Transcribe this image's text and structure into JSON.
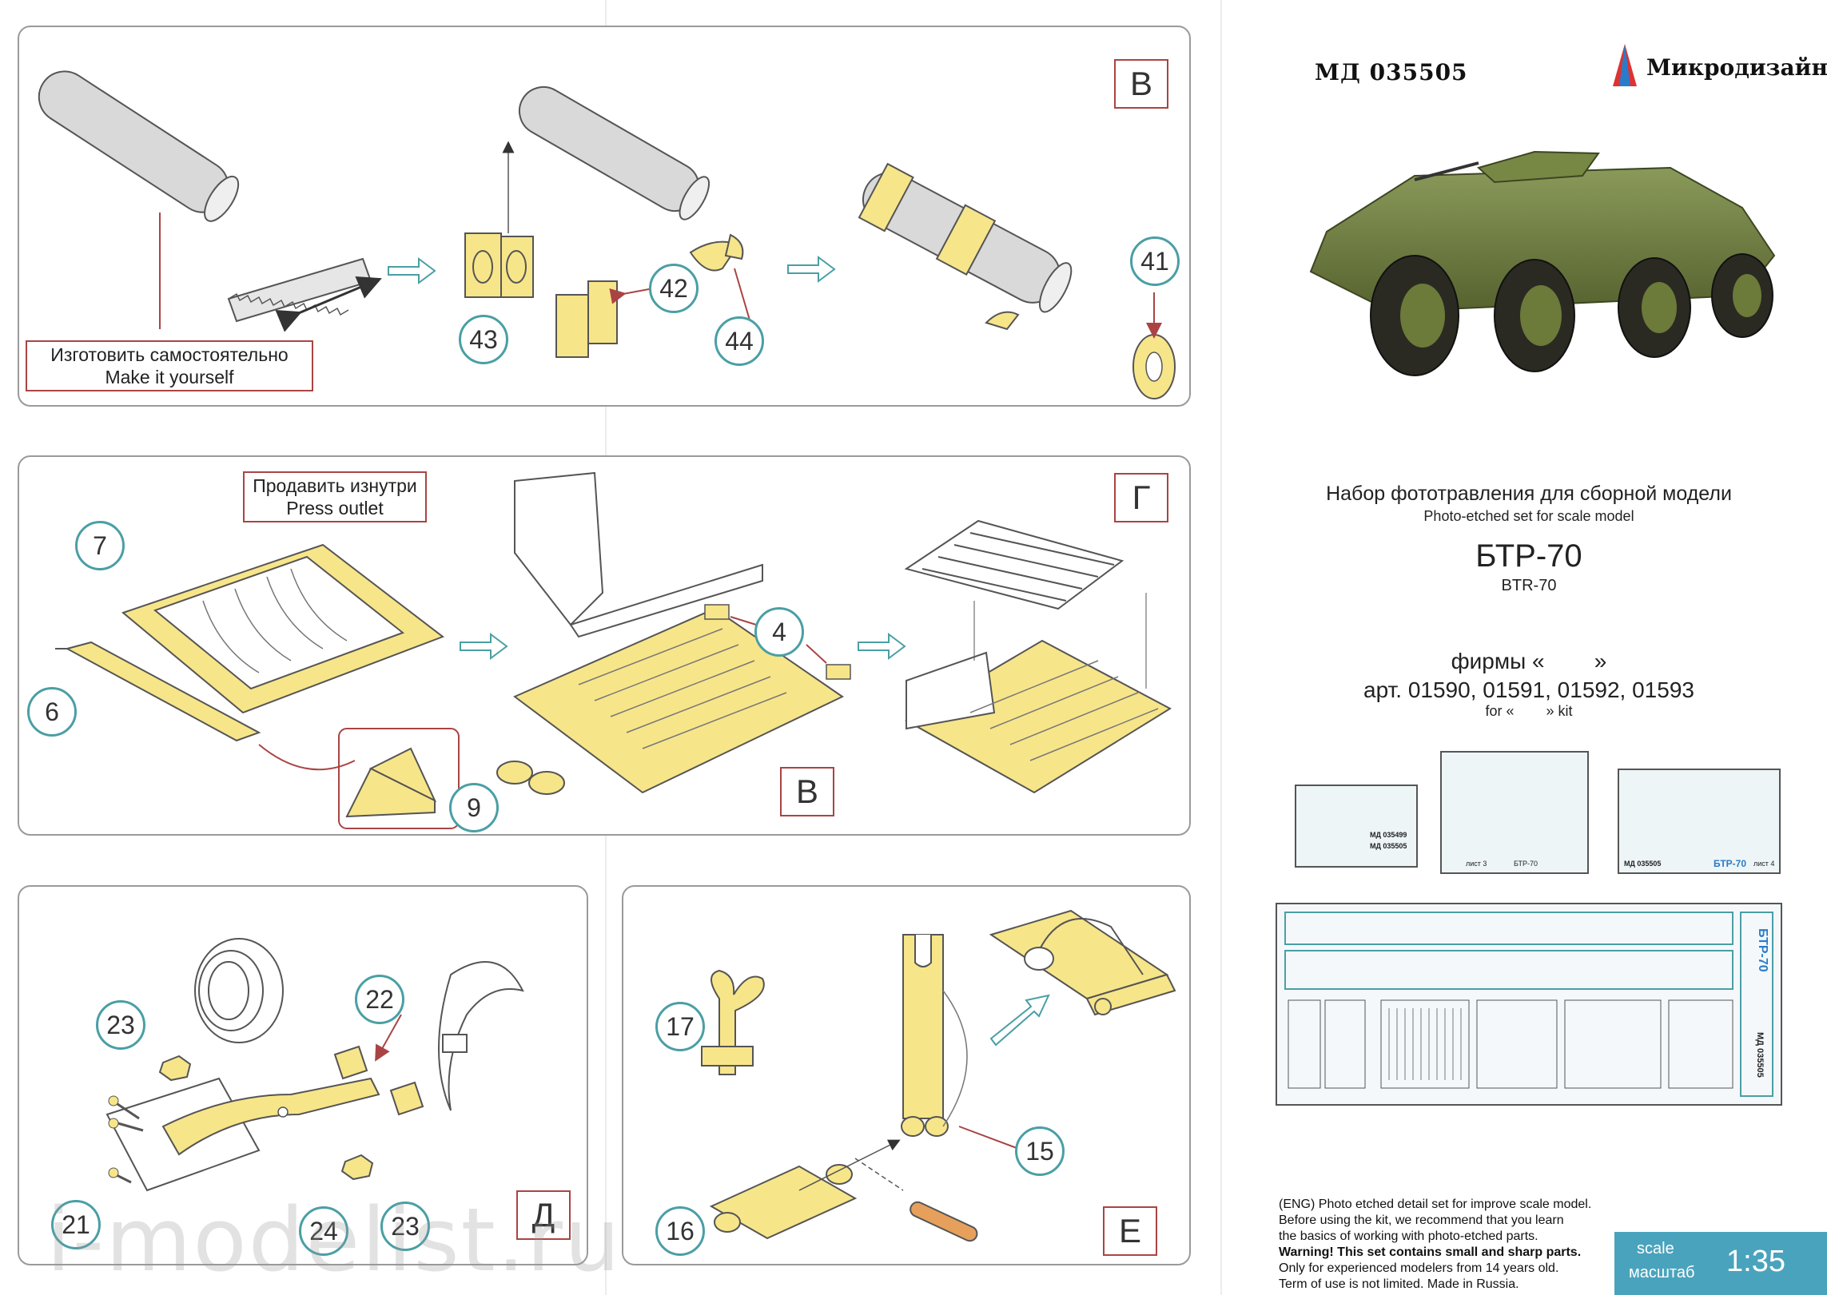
{
  "header": {
    "code": "МД 035505",
    "brand": "Микродизайн"
  },
  "product": {
    "title_ru": "Набор фототравления для сборной модели",
    "title_en": "Photo-etched set for scale model",
    "model_ru": "БТР-70",
    "model_en": "BTR-70",
    "firm_ru": "фирмы «        »",
    "articles": "арт. 01590, 01591, 01592, 01593",
    "for_kit": "for «        » kit"
  },
  "sheets": {
    "sheet1_code_a": "МД 035499",
    "sheet1_code_b": "МД 035505",
    "sheet3_label": "лист 3",
    "sheet3_model": "БТР-70",
    "sheet4_code": "МД 035505",
    "sheet4_model": "БТР-70",
    "sheet4_label": "лист 4",
    "big_sheet_model": "БТР-70",
    "big_sheet_code": "МД 035505"
  },
  "steps": {
    "B": {
      "letter": "В",
      "make_label_ru": "Изготовить самостоятельно",
      "make_label_en": "Make it yourself",
      "parts": [
        "43",
        "42",
        "44",
        "41"
      ]
    },
    "G": {
      "letter": "Г",
      "press_label_ru": "Продавить изнутри",
      "press_label_en": "Press outlet",
      "parts": [
        "7",
        "6",
        "4",
        "9"
      ],
      "ref_letter": "В"
    },
    "D": {
      "letter": "Д",
      "parts": [
        "23",
        "22",
        "21",
        "24",
        "23"
      ]
    },
    "E": {
      "letter": "Е",
      "parts": [
        "17",
        "15",
        "16"
      ]
    }
  },
  "warning": {
    "line1": "(ENG) Photo etched detail set for improve scale model.",
    "line2": "Before using the kit, we recommend that you learn",
    "line3": "the basics of working with photo-etched parts.",
    "line4": "Warning! This set contains small and sharp parts.",
    "line5": "Only for experienced modelers from 14 years old.",
    "line6": "Term of use is not limited. Made in Russia."
  },
  "scale": {
    "label_en": "scale",
    "label_ru": "масштаб",
    "value": "1:35"
  },
  "watermark": "i-modelist.ru",
  "colors": {
    "part_fill": "#f7e58a",
    "accent_teal": "#4a9fa5",
    "frame_red": "#aa4444",
    "tab_blue": "#4aa3bd"
  }
}
